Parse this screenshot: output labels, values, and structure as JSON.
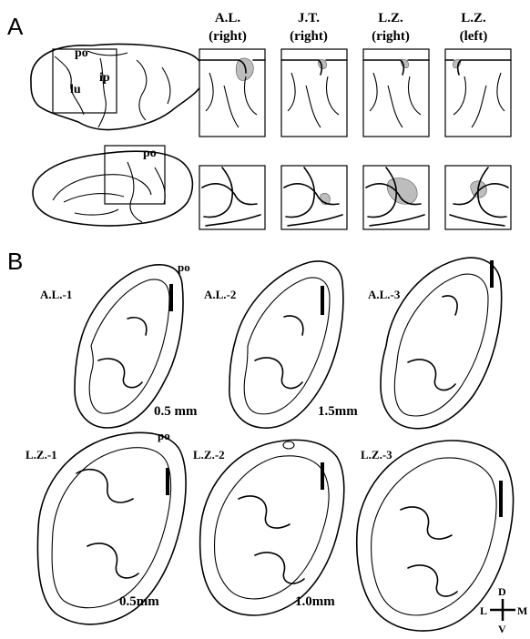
{
  "panels": {
    "a": "A",
    "b": "B"
  },
  "brain_labels": {
    "po_lateral": "po",
    "ip": "ip",
    "lu": "lu",
    "po_medial": "po"
  },
  "cases": [
    {
      "name": "A.L.",
      "side": "(right)"
    },
    {
      "name": "J.T.",
      "side": "(right)"
    },
    {
      "name": "L.Z.",
      "side": "(right)"
    },
    {
      "name": "L.Z.",
      "side": "(left)"
    }
  ],
  "sections": [
    {
      "label": "A.L.-1",
      "po": "po",
      "depth": "0.5 mm"
    },
    {
      "label": "A.L.-2",
      "depth": "1.5mm"
    },
    {
      "label": "A.L.-3"
    },
    {
      "label": "L.Z.-1",
      "po": "po",
      "depth": "0.5mm"
    },
    {
      "label": "L.Z.-2",
      "depth": "1.0mm"
    },
    {
      "label": "L.Z.-3"
    }
  ],
  "compass": {
    "dorsal": "D",
    "ventral": "V",
    "lateral": "L",
    "medial": "M"
  },
  "colors": {
    "lesion": "#bdbdbd",
    "outline": "#000000"
  }
}
